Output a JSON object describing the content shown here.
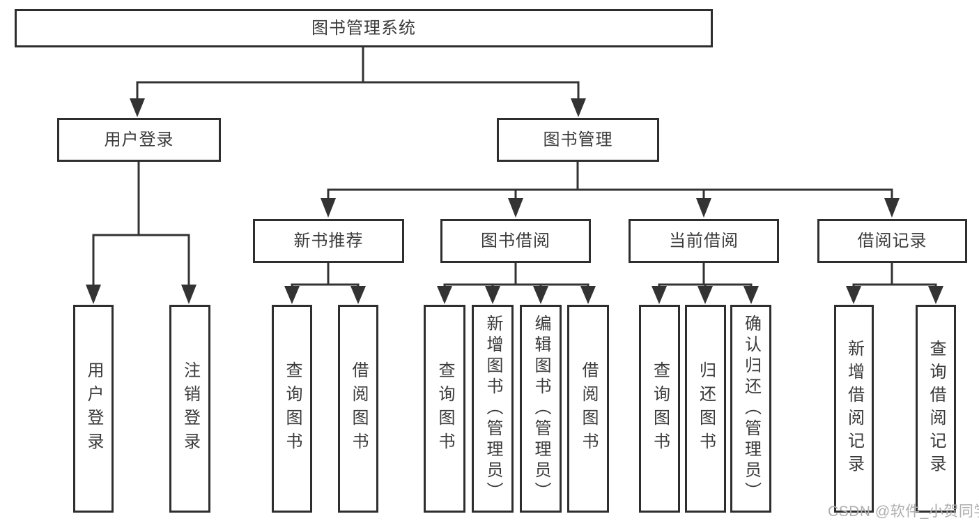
{
  "diagram": {
    "root": {
      "label": "图书管理系统"
    },
    "branches": [
      {
        "label": "用户登录",
        "children": [
          {
            "label": "用户登录"
          },
          {
            "label": "注销登录"
          }
        ]
      },
      {
        "label": "图书管理",
        "children": [
          {
            "label": "新书推荐",
            "children": [
              {
                "label": "查询图书"
              },
              {
                "label": "借阅图书"
              }
            ]
          },
          {
            "label": "图书借阅",
            "children": [
              {
                "label": "查询图书"
              },
              {
                "label": "新增图书（管理员）"
              },
              {
                "label": "编辑图书（管理员）"
              },
              {
                "label": "借阅图书"
              }
            ]
          },
          {
            "label": "当前借阅",
            "children": [
              {
                "label": "查询图书"
              },
              {
                "label": "归还图书"
              },
              {
                "label": "确认归还（管理员）"
              }
            ]
          },
          {
            "label": "借阅记录",
            "children": [
              {
                "label": "新增借阅记录"
              },
              {
                "label": "查询借阅记录"
              }
            ]
          }
        ]
      }
    ]
  },
  "watermark": {
    "text": "CSDN @软件_小贺同学"
  },
  "colors": {
    "line": "#333333",
    "box_border": "#2e2e2e",
    "text": "#3a3a3a",
    "watermark": "#aeaeae",
    "background": "#ffffff"
  }
}
